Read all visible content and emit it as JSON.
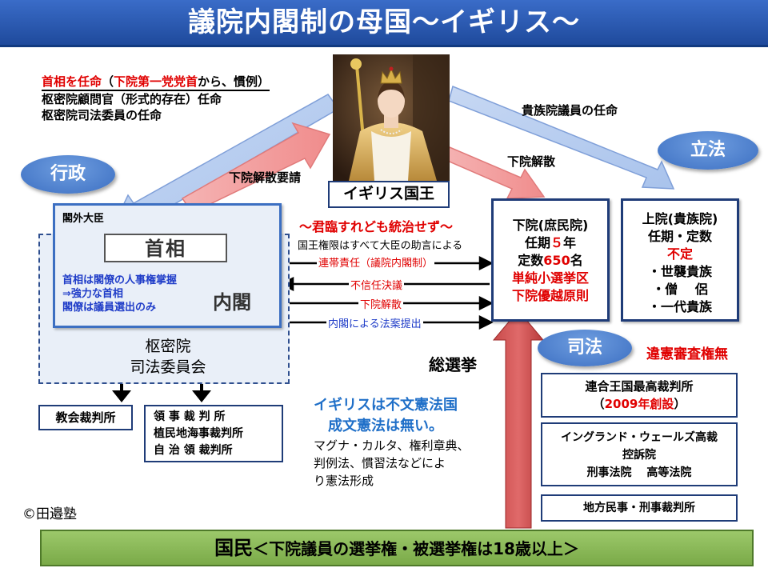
{
  "title": "議院内閣制の母国〜イギリス〜",
  "labels": {
    "gyosei": "行政",
    "rippo": "立法",
    "shiho": "司法"
  },
  "king_powers": {
    "line1_red": "首相を任命",
    "line1_paren_open": "（",
    "line1_red2": "下院第一党党首",
    "line1_rest": "から、慣例）",
    "line2": "枢密院顧問官（形式的存在）任命",
    "line3": "枢密院司法委員の任命"
  },
  "arrows": {
    "kaisan_yosei": "下院解散要請",
    "kizoku_ninmei": "貴族院議員の任命",
    "kain_kaisan": "下院解散"
  },
  "king": "イギリス国王",
  "cabinet": {
    "kakugai": "閣外大臣",
    "pm": "首相",
    "naikaku": "内閣",
    "note1": "首相は閣僚の人事権掌握",
    "note2": "⇒強力な首相",
    "note3": "閣僚は議員選出のみ",
    "privy1": "枢密院",
    "privy2": "司法委員会"
  },
  "maxim": {
    "main": "〜君臨すれども統治せず〜",
    "sub": "国王権限はすべて大臣の助言による"
  },
  "relations": [
    "連帯責任（議院内閣制）",
    "不信任決議",
    "下院解散",
    "内閣による法案提出"
  ],
  "lower_house": {
    "name": "下院(庶民院)",
    "term_label": "任期",
    "term_value": "５",
    "term_unit": "年",
    "seats_label": "定数",
    "seats_value": "650",
    "seats_unit": "名",
    "system1": "単純小選挙区",
    "system2": "下院優越原則"
  },
  "upper_house": {
    "name": "上院(貴族院)",
    "term": "任期・定数",
    "undetermined": "不定",
    "m1": "・世襲貴族",
    "m2": "・僧　 侶",
    "m3": "・一代貴族"
  },
  "judicial": {
    "review": "違憲審査権無",
    "supreme1": "連合王国最高裁判所",
    "supreme2_open": "（",
    "supreme2_red": "2009年創設",
    "supreme2_close": "）",
    "appeal1": "イングランド・ウェールズ高裁",
    "appeal2": "控訴院",
    "appeal3": "刑事法院　 高等法院",
    "local": "地方民事・刑事裁判所"
  },
  "courts": {
    "church": "教会裁判所",
    "c1": "領 事 裁 判 所",
    "c2": "植民地海事裁判所",
    "c3": "自 治 領 裁判所"
  },
  "election": "総選挙",
  "constitution": {
    "l1": "イギリスは不文憲法国",
    "l2": "成文憲法は無い。",
    "l3": "マグナ・カルタ、権利章典、",
    "l4": "判例法、慣習法などによ",
    "l5": "り憲法形成"
  },
  "copyright": "©田邉塾",
  "people": {
    "big": "国民",
    "rest": "＜下院議員の選挙権・被選挙権は18歳以上＞"
  }
}
